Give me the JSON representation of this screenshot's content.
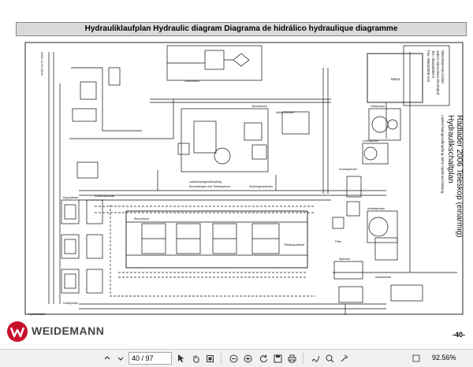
{
  "document": {
    "header_title": "Hydrauliklaufplan Hydraulic diagram Diagrama de hidrálico hydraulique diagramme",
    "page_label": "-40-",
    "brand_name": "WEIDEMANN",
    "brand_color": "#c8102e"
  },
  "diagram": {
    "title_line1": "Radlader 2006 Teleskop (einarmig)",
    "title_line2": "Hydraulikschaltplan",
    "subtitle": "Ladeschwingendämpfung siehe Optionsschaltung",
    "company_lines": [
      "WEIDEMANN GmbH",
      "34519 Diemelsee-Flechtdorf",
      "Tel.: 05633/609-0",
      "Fax: 05633/609-222"
    ],
    "drawing_number": "2000.11.03.2006",
    "motor_label": "Motor",
    "labels": {
      "kuehler": "Kühlerölkühler",
      "lenkung": "Lenkorbitrol",
      "bremsventil": "Bremsventil",
      "schwinge": "Schwingenzylinder",
      "kipp": "Kippzylinder",
      "teleskop": "Teleskopzylinder",
      "zusatz": "Zusatzhydraulik",
      "tank": "Hydrauliktank",
      "einschwingung": "Einschwingen und Teleskopieren",
      "tippen": "Ladeschwingendämpfung",
      "steuerblock": "Steuerblock",
      "speicher": "Speicher",
      "lenkzylinder": "Lenkzylinder",
      "filter": "Filter",
      "druck": "Druckspeicher",
      "hubzylinder": "Hubzylinder",
      "fahrpumpe": "Fahrpumpe",
      "arbeitspumpe": "Arbeitspumpe"
    }
  },
  "viewer": {
    "current_page": "40 / 97",
    "zoom_level": "92.56%",
    "icons": [
      "hand-tool-icon",
      "select-icon",
      "page-up-icon",
      "page-down-icon",
      "zoom-out-icon",
      "zoom-in-icon",
      "fit-page-icon",
      "rotate-icon",
      "save-icon",
      "print-icon",
      "sign-icon",
      "search-icon",
      "tools-icon"
    ]
  }
}
